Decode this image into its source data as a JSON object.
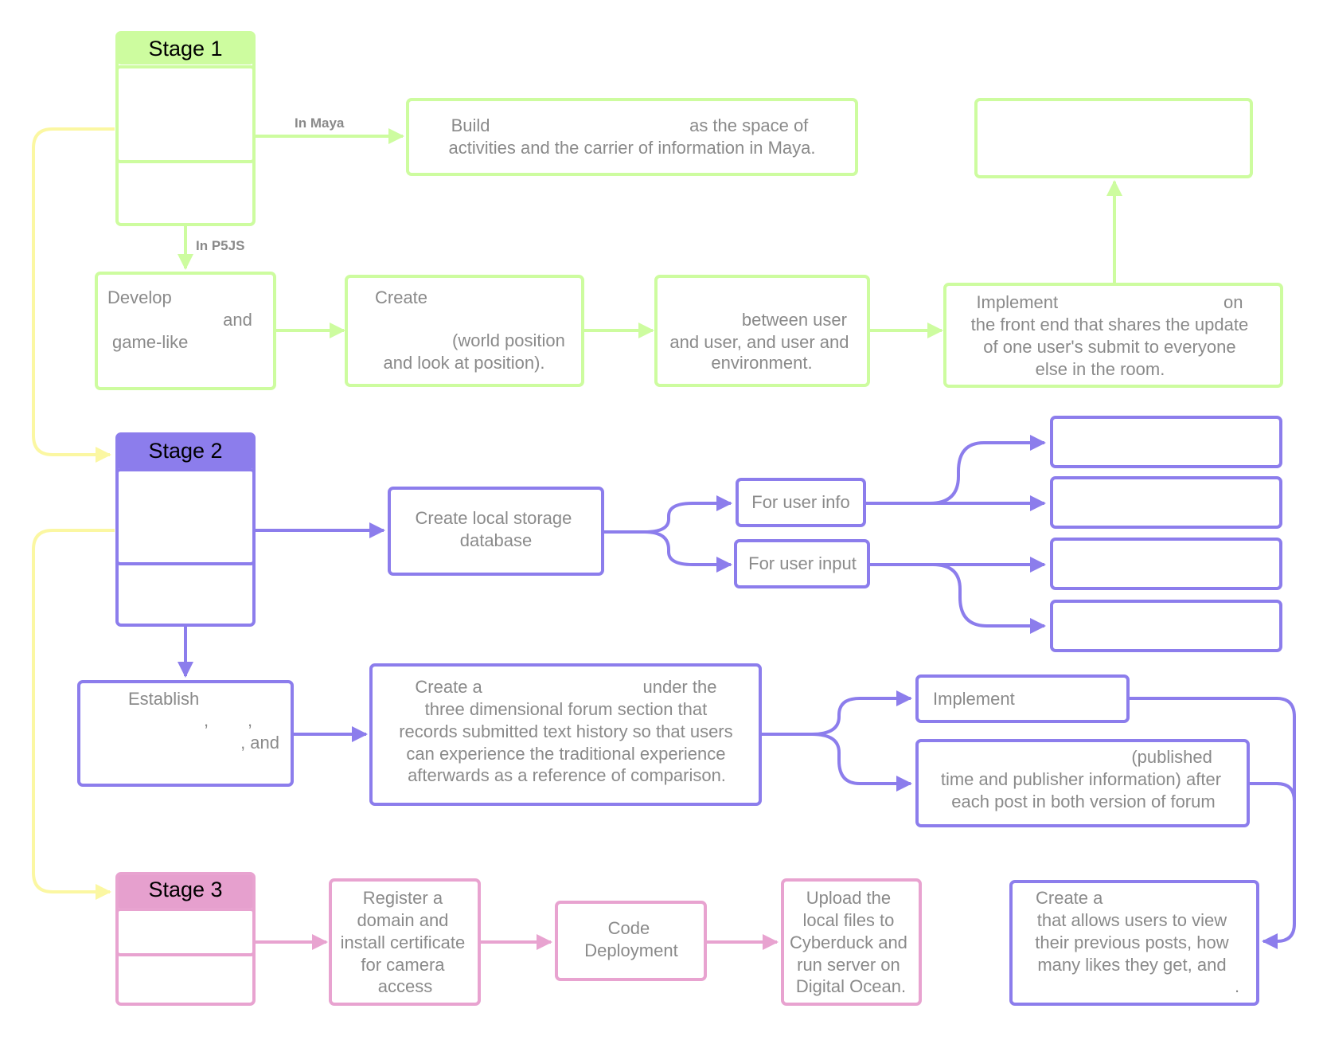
{
  "colors": {
    "stage1": "#cdfc9f",
    "stage1_header": "#cdfc9f",
    "stage2": "#8c7dec",
    "stage2_header": "#8c7dec",
    "stage3": "#e8a3d0",
    "stage3_header": "#e6a0ce",
    "stage_link": "#fbf7a2",
    "text": "#8a8a8a"
  },
  "stage1": {
    "title": "Stage 1",
    "label_maya": "In Maya",
    "label_p5js": "In P5JS",
    "build": {
      "lines": [
        "Build                                         as the space of",
        "activities and the carrier of information in Maya."
      ]
    },
    "develop": {
      "lines": [
        "Develop",
        "and",
        "game-like"
      ]
    },
    "create": {
      "lines": [
        "Create",
        "(world position",
        "and look at position)."
      ]
    },
    "interact": {
      "lines": [
        "between user",
        "and user, and user and",
        "environment."
      ]
    },
    "implement": {
      "lines": [
        "Implement                                  on",
        "the front end that shares the update",
        "of one user's submit to everyone",
        "else in the room."
      ]
    }
  },
  "stage2": {
    "title": "Stage 2",
    "database": {
      "lines": [
        "Create local storage",
        "database"
      ]
    },
    "user_info": "For user info",
    "user_input": "For user input",
    "establish": {
      "lines": [
        "Establish",
        ",        ,",
        ", and"
      ]
    },
    "forum": {
      "lines": [
        "Create a                                 under the",
        "three dimensional forum section that",
        "records submitted text history so that users",
        "can experience the traditional experience",
        "afterwards as a reference of comparison."
      ]
    },
    "implement": "Implement",
    "published": {
      "lines": [
        "(published",
        "time and publisher information) after",
        "each post in both version of forum"
      ]
    },
    "profile": {
      "lines": [
        "Create a",
        "that allows users to view",
        "their previous posts, how",
        "many likes they get, and",
        "."
      ]
    }
  },
  "stage3": {
    "title": "Stage 3",
    "register": {
      "lines": [
        "Register a",
        "domain and",
        "install certificate",
        "for camera",
        "access"
      ]
    },
    "deploy": {
      "lines": [
        "Code",
        "Deployment"
      ]
    },
    "upload": {
      "lines": [
        "Upload the",
        "local files to",
        "Cyberduck and",
        "run server on",
        "Digital Ocean."
      ]
    }
  }
}
